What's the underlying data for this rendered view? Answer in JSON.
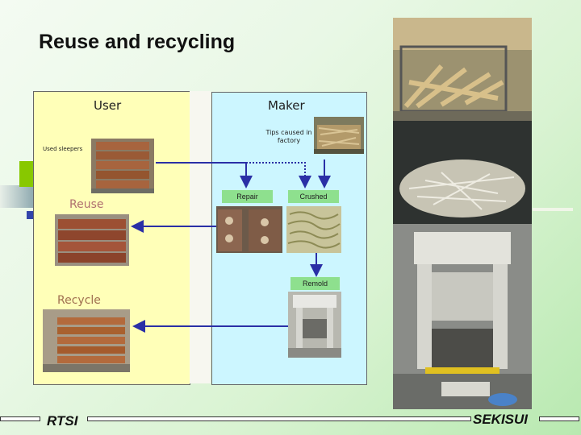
{
  "title": "Reuse and recycling",
  "panels": {
    "user_label": "User",
    "maker_label": "Maker"
  },
  "labels": {
    "used_sleepers": "Used sleepers",
    "tips_caused": "Tips caused in factory",
    "reuse": "Reuse",
    "recycle": "Recycle"
  },
  "boxes": {
    "repair": "Repair",
    "crushed": "Crushed",
    "remold": "Remold"
  },
  "footer": {
    "left": "RTSI",
    "right": "SEKISUI"
  },
  "colors": {
    "arrow": "#2a2fa6",
    "user_panel": "#ffffb8",
    "maker_panel": "#ccf6ff",
    "step_box": "#8ee08e"
  }
}
